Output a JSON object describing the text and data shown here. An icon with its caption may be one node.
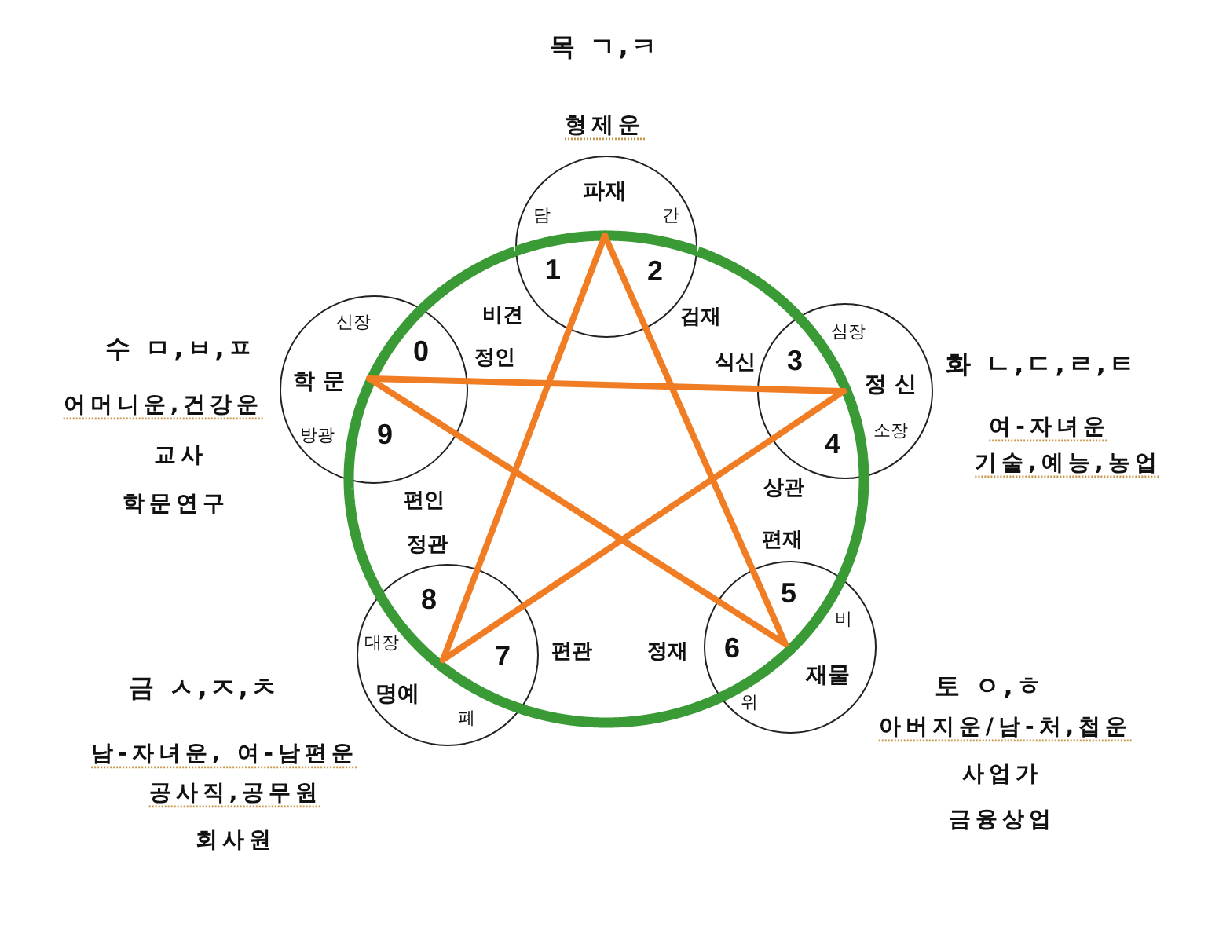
{
  "diagram": {
    "nodes": [
      {
        "text": [
          "파재",
          "담",
          "간",
          "1",
          "2"
        ],
        "beside": [
          "목 ㄱ,ㅋ",
          "형제운",
          "비견",
          "겁재"
        ]
      },
      {
        "text": [
          "신장",
          "0",
          "학 문",
          "방광",
          "9"
        ],
        "beside": [
          "수 ㅁ,ㅂ,ㅍ",
          "어머니운,건강운",
          "교사",
          "학문연구",
          "정인",
          "편인"
        ]
      },
      {
        "text": [
          "심장",
          "3",
          "정 신",
          "소장",
          "4"
        ],
        "beside": [
          "화 ㄴ,ㄷ,ㄹ,ㅌ",
          "여-자녀운",
          "기술,예능,농업",
          "식신",
          "상관"
        ]
      },
      {
        "text": [
          "8",
          "대장",
          "7",
          "명예",
          "폐"
        ],
        "beside": [
          "금 ㅅ,ㅈ,ㅊ",
          "남-자녀운, 여-남편운",
          "공사직,공무원",
          "회사원",
          "정관",
          "편관"
        ]
      },
      {
        "text": [
          "5",
          "비",
          "6",
          "재물",
          "위"
        ],
        "beside": [
          "토 ㅇ,ㅎ",
          "아버지운/남-처,첩운",
          "사업가",
          "금융상업",
          "편재",
          "정재"
        ]
      }
    ],
    "edges": [
      {
        "from": 0,
        "to": 2,
        "arrow": "none",
        "color": "#3a9a35"
      },
      {
        "from": 2,
        "to": 4,
        "arrow": "none",
        "color": "#3a9a35"
      },
      {
        "from": 4,
        "to": 3,
        "arrow": "none",
        "color": "#3a9a35"
      },
      {
        "from": 3,
        "to": 1,
        "arrow": "none",
        "color": "#3a9a35"
      },
      {
        "from": 1,
        "to": 0,
        "arrow": "none",
        "color": "#3a9a35"
      },
      {
        "from": 0,
        "to": 3,
        "arrow": "none",
        "color": "#f07d23"
      },
      {
        "from": 0,
        "to": 4,
        "arrow": "none",
        "color": "#f07d23"
      },
      {
        "from": 1,
        "to": 2,
        "arrow": "none",
        "color": "#f07d23"
      },
      {
        "from": 1,
        "to": 4,
        "arrow": "none",
        "color": "#f07d23"
      },
      {
        "from": 2,
        "to": 3,
        "arrow": "none",
        "color": "#f07d23"
      }
    ]
  }
}
